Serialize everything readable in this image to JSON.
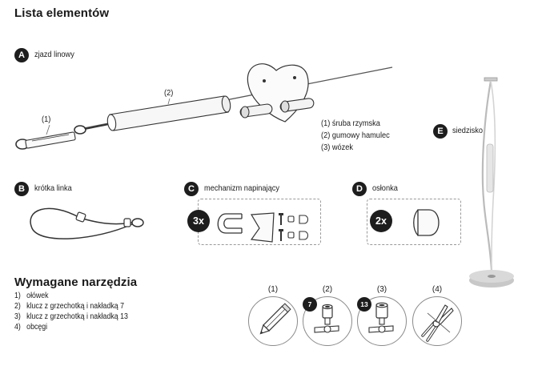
{
  "title": "Lista elementów",
  "items": {
    "A": {
      "letter": "A",
      "label": "zjazd linowy"
    },
    "B": {
      "letter": "B",
      "label": "krótka linka"
    },
    "C": {
      "letter": "C",
      "label": "mechanizm napinający",
      "qty": "3x"
    },
    "D": {
      "letter": "D",
      "label": "osłonka",
      "qty": "2x"
    },
    "E": {
      "letter": "E",
      "label": "siedzisko"
    }
  },
  "callouts": {
    "one": "(1)",
    "two": "(2)"
  },
  "parts": [
    "(1) śruba rzymska",
    "(2) gumowy hamulec",
    "(3) wózek"
  ],
  "tools_title": "Wymagane narzędzia",
  "tools": [
    {
      "num": "1)",
      "label": "ołówek"
    },
    {
      "num": "2)",
      "label": "klucz z grzechotką i nakładką 7"
    },
    {
      "num": "3)",
      "label": "klucz z grzechotką i nakładką 13"
    },
    {
      "num": "4)",
      "label": "obcęgi"
    }
  ],
  "tool_icons": [
    {
      "num": "(1)",
      "icon": "pencil-icon"
    },
    {
      "num": "(2)",
      "icon": "socket-wrench-icon",
      "badge": "7"
    },
    {
      "num": "(3)",
      "icon": "socket-wrench-icon",
      "badge": "13"
    },
    {
      "num": "(4)",
      "icon": "pliers-icon"
    }
  ]
}
